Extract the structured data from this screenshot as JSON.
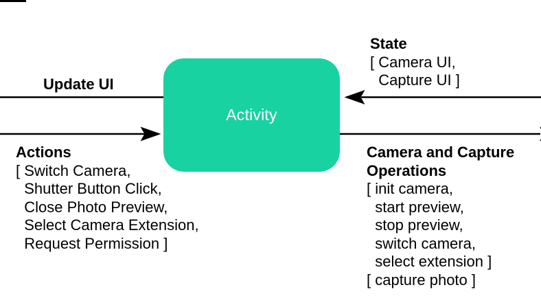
{
  "diagram": {
    "node": {
      "label": "Activity"
    },
    "update_ui": {
      "title": "Update UI"
    },
    "actions": {
      "title": "Actions",
      "lines": [
        "[ Switch Camera,",
        "  Shutter Button Click,",
        "  Close Photo Preview,",
        "  Select Camera Extension,",
        "  Request Permission ]"
      ]
    },
    "state": {
      "title": "State",
      "lines": [
        "[ Camera UI,",
        "  Capture UI ]"
      ]
    },
    "operations": {
      "title": "Camera and Capture Operations",
      "title_lines": [
        "Camera and Capture",
        "Operations"
      ],
      "lines": [
        "[ init camera,",
        "  start preview,",
        "  stop preview,",
        "  switch camera,",
        "  select extension ]",
        "[ capture photo ]"
      ]
    }
  },
  "colors": {
    "background": "#ffffff",
    "node_fill": "#18d2a2",
    "node_label": "#ffffff",
    "connector": "#000000",
    "text": "#000000"
  }
}
